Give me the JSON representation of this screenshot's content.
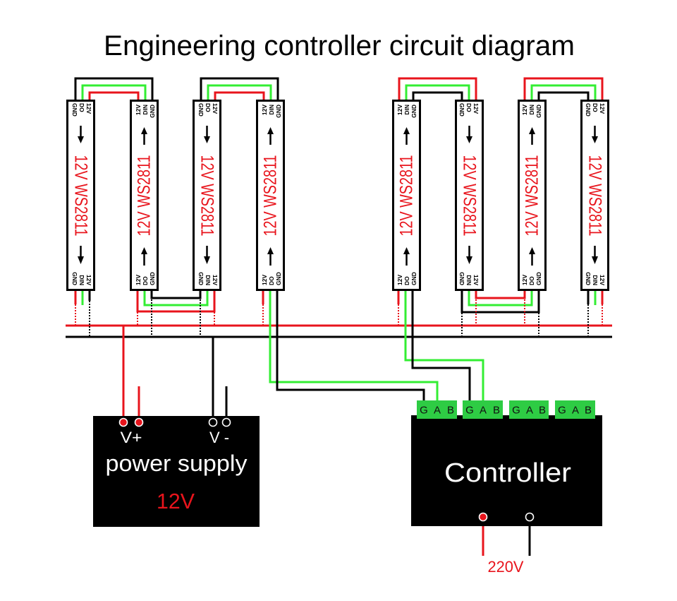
{
  "title": "Engineering controller circuit diagram",
  "colors": {
    "power_wire": "#e8141c",
    "data_wire": "#33ee33",
    "ground_wire": "#000000",
    "connector": "#2ecc44"
  },
  "strips": [
    {
      "label": "12V WS2811",
      "direction": "down",
      "top_pins": [
        "12V",
        "DO",
        "GND"
      ],
      "bottom_pins": [
        "12V",
        "DIN",
        "GND"
      ]
    },
    {
      "label": "12V WS2811",
      "direction": "up",
      "top_pins": [
        "12V",
        "DIN",
        "GND"
      ],
      "bottom_pins": [
        "12V",
        "DO",
        "GND"
      ]
    },
    {
      "label": "12V WS2811",
      "direction": "down",
      "top_pins": [
        "12V",
        "DO",
        "GND"
      ],
      "bottom_pins": [
        "12V",
        "DIN",
        "GND"
      ]
    },
    {
      "label": "12V WS2811",
      "direction": "up",
      "top_pins": [
        "12V",
        "DIN",
        "GND"
      ],
      "bottom_pins": [
        "12V",
        "DO",
        "GND"
      ]
    },
    {
      "label": "12V WS2811",
      "direction": "up",
      "top_pins": [
        "12V",
        "DIN",
        "GND"
      ],
      "bottom_pins": [
        "12V",
        "DO",
        "GND"
      ]
    },
    {
      "label": "12V WS2811",
      "direction": "down",
      "top_pins": [
        "12V",
        "DO",
        "GND"
      ],
      "bottom_pins": [
        "12V",
        "DIN",
        "GND"
      ]
    },
    {
      "label": "12V WS2811",
      "direction": "up",
      "top_pins": [
        "12V",
        "DIN",
        "GND"
      ],
      "bottom_pins": [
        "12V",
        "DO",
        "GND"
      ]
    },
    {
      "label": "12V WS2811",
      "direction": "down",
      "top_pins": [
        "12V",
        "DO",
        "GND"
      ],
      "bottom_pins": [
        "12V",
        "DIN",
        "GND"
      ]
    }
  ],
  "power_supply": {
    "label": "power supply",
    "voltage": "12V",
    "positive_label": "V+",
    "negative_label": "V -"
  },
  "controller": {
    "label": "Controller",
    "ports": [
      {
        "pins": [
          "G",
          "A",
          "B"
        ]
      },
      {
        "pins": [
          "G",
          "A",
          "B"
        ]
      },
      {
        "pins": [
          "G",
          "A",
          "B"
        ]
      },
      {
        "pins": [
          "G",
          "A",
          "B"
        ]
      }
    ],
    "input_voltage": "220V"
  }
}
